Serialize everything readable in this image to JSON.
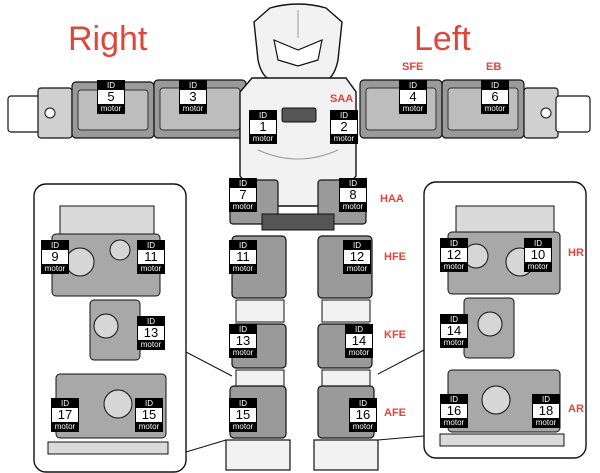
{
  "colors": {
    "label": "#e0453a",
    "line": "#111111",
    "part": "#b8b8b8",
    "part_dark": "#6e6e6e",
    "body": "#f2f2f2"
  },
  "labels": {
    "right": "Right",
    "left": "Left"
  },
  "joints": {
    "sfe": "SFE",
    "eb": "EB",
    "saa": "SAA",
    "haa": "HAA",
    "hfe": "HFE",
    "kfe": "KFE",
    "afe": "AFE",
    "hr": "HR",
    "ar": "AR"
  },
  "tag": {
    "id": "ID",
    "motor": "motor"
  },
  "motors": [
    "1",
    "2",
    "3",
    "4",
    "5",
    "6",
    "7",
    "8",
    "9",
    "10",
    "11",
    "12",
    "13",
    "14",
    "15",
    "16",
    "17",
    "18"
  ],
  "motor_tags": [
    {
      "key": "m5",
      "num": "5"
    },
    {
      "key": "m3",
      "num": "3"
    },
    {
      "key": "m4",
      "num": "4"
    },
    {
      "key": "m6",
      "num": "6"
    },
    {
      "key": "m1",
      "num": "1"
    },
    {
      "key": "m2",
      "num": "2"
    },
    {
      "key": "m7",
      "num": "7"
    },
    {
      "key": "m8",
      "num": "8"
    },
    {
      "key": "m11",
      "num": "11"
    },
    {
      "key": "m12",
      "num": "12"
    },
    {
      "key": "m13",
      "num": "13"
    },
    {
      "key": "m14",
      "num": "14"
    },
    {
      "key": "m15",
      "num": "15"
    },
    {
      "key": "m16",
      "num": "16"
    },
    {
      "key": "d9",
      "num": "9"
    },
    {
      "key": "d11",
      "num": "11"
    },
    {
      "key": "d13",
      "num": "13"
    },
    {
      "key": "d17",
      "num": "17"
    },
    {
      "key": "d15",
      "num": "15"
    },
    {
      "key": "d12",
      "num": "12"
    },
    {
      "key": "d10",
      "num": "10"
    },
    {
      "key": "d14",
      "num": "14"
    },
    {
      "key": "d16",
      "num": "16"
    },
    {
      "key": "d18",
      "num": "18"
    }
  ]
}
